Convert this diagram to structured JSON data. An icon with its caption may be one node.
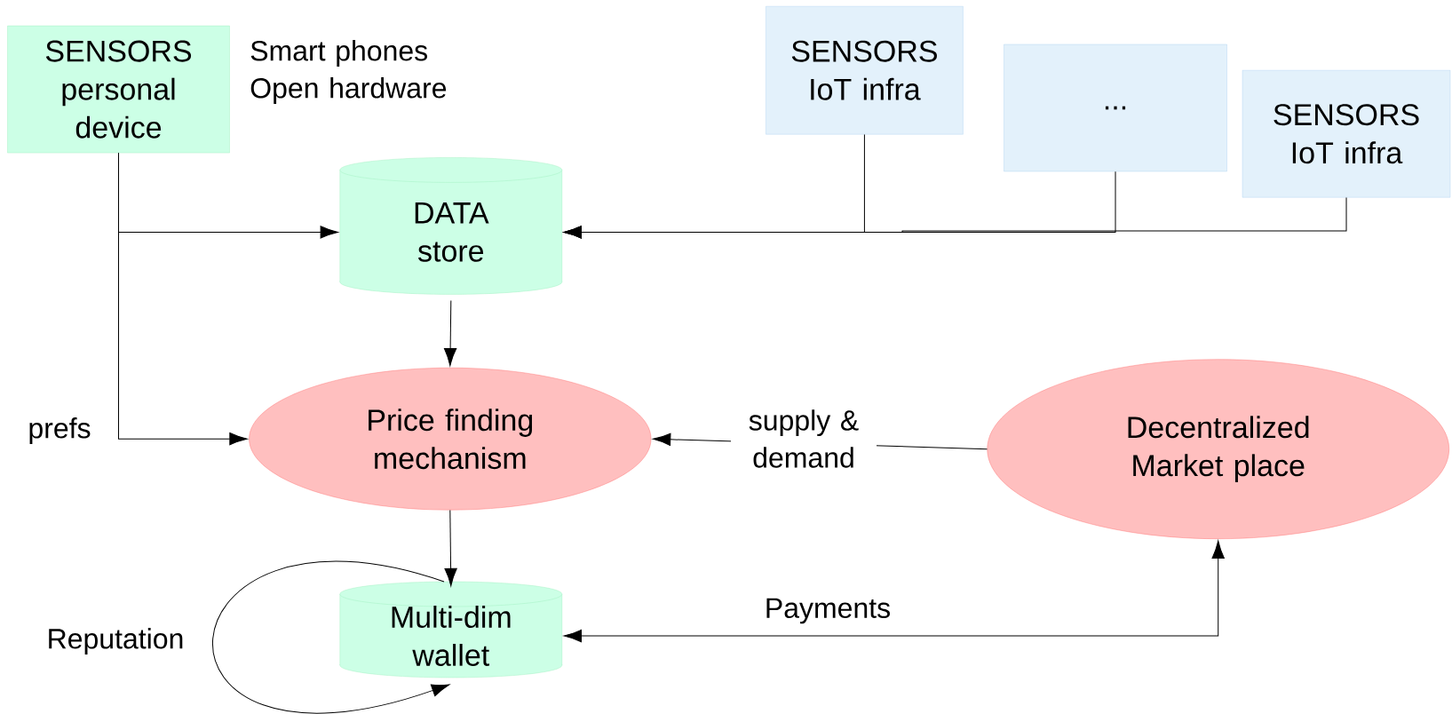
{
  "diagram": {
    "nodes": [
      {
        "text": [
          "SENSORS personal device"
        ],
        "beside": [
          "Smart phones Open hardware"
        ]
      },
      {
        "text": [
          "SENSORS IoT infra"
        ]
      },
      {
        "text": [
          "..."
        ]
      },
      {
        "text": [
          "SENSORS IoT infra"
        ]
      },
      {
        "text": [
          "DATA store"
        ]
      },
      {
        "text": [
          "Price finding mechanism"
        ]
      },
      {
        "text": [
          "Decentralized Market place"
        ]
      },
      {
        "text": [
          "Multi-dim wallet"
        ]
      }
    ],
    "edges": [
      {
        "from": 0,
        "to": 4,
        "arrow": "to"
      },
      {
        "from": 0,
        "to": 5,
        "arrow": "to",
        "label": "prefs"
      },
      {
        "from": 1,
        "to": 4,
        "arrow": "to"
      },
      {
        "from": 2,
        "to": 4,
        "arrow": "to"
      },
      {
        "from": 3,
        "to": 4,
        "arrow": "to"
      },
      {
        "from": 4,
        "to": 5,
        "arrow": "to"
      },
      {
        "from": 6,
        "to": 5,
        "arrow": "to",
        "label": "supply & demand"
      },
      {
        "from": 5,
        "to": 7,
        "arrow": "to"
      },
      {
        "from": 7,
        "to": 7,
        "arrow": "to",
        "label": "Reputation"
      },
      {
        "from": 7,
        "to": 6,
        "arrow": "both",
        "label": "Payments"
      }
    ]
  }
}
